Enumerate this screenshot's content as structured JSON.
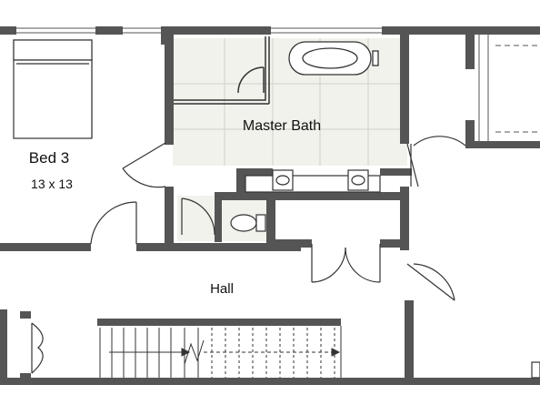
{
  "rooms": {
    "bed3": {
      "name": "Bed 3",
      "size": "13 x 13"
    },
    "master_bath": {
      "name": "Master Bath"
    },
    "hall": {
      "name": "Hall"
    }
  },
  "colors": {
    "wall": "#555555",
    "tile_floor": "#f1f2ec",
    "tile_grid": "#cfd1c8",
    "fixture_line": "#333333"
  }
}
